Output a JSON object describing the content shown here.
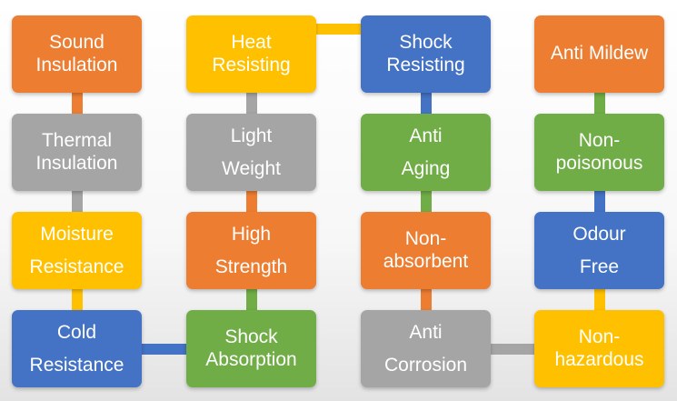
{
  "colors": {
    "orange": "#ED7D31",
    "gray": "#A5A5A5",
    "yellow": "#FFC000",
    "blue": "#4472C4",
    "green": "#70AD47"
  },
  "columns": [
    {
      "boxes": [
        {
          "label": "Sound\nInsulation",
          "color": "orange"
        },
        {
          "label": "Thermal\nInsulation",
          "color": "gray"
        },
        {
          "label": "Moisture\nResistance",
          "color": "yellow",
          "spaced": true
        },
        {
          "label": "Cold\nResistance",
          "color": "blue",
          "spaced": true
        }
      ],
      "connectors": [
        "orange",
        "gray",
        "yellow"
      ]
    },
    {
      "boxes": [
        {
          "label": "Heat\nResisting",
          "color": "yellow"
        },
        {
          "label": "Light\nWeight",
          "color": "gray",
          "spaced": true
        },
        {
          "label": "High\nStrength",
          "color": "orange",
          "spaced": true
        },
        {
          "label": "Shock\nAbsorption",
          "color": "green"
        }
      ],
      "connectors": [
        "gray",
        "orange",
        "green"
      ]
    },
    {
      "boxes": [
        {
          "label": "Shock\nResisting",
          "color": "blue"
        },
        {
          "label": "Anti\nAging",
          "color": "green",
          "spaced": true
        },
        {
          "label": "Non-\nabsorbent",
          "color": "orange"
        },
        {
          "label": "Anti\nCorrosion",
          "color": "gray",
          "spaced": true
        }
      ],
      "connectors": [
        "blue",
        "green",
        "orange"
      ]
    },
    {
      "boxes": [
        {
          "label": "Anti Mildew",
          "color": "orange"
        },
        {
          "label": "Non-\npoisonous",
          "color": "green"
        },
        {
          "label": "Odour\nFree",
          "color": "blue",
          "spaced": true
        },
        {
          "label": "Non-\nhazardous",
          "color": "yellow"
        }
      ],
      "connectors": [
        "green",
        "blue",
        "yellow"
      ]
    }
  ],
  "horizontal_connectors": [
    {
      "from_column": 1,
      "to_column": 2,
      "row": 0,
      "color": "yellow"
    },
    {
      "from_column": 0,
      "to_column": 1,
      "row": 3,
      "color": "blue"
    },
    {
      "from_column": 2,
      "to_column": 3,
      "row": 3,
      "color": "gray"
    }
  ]
}
